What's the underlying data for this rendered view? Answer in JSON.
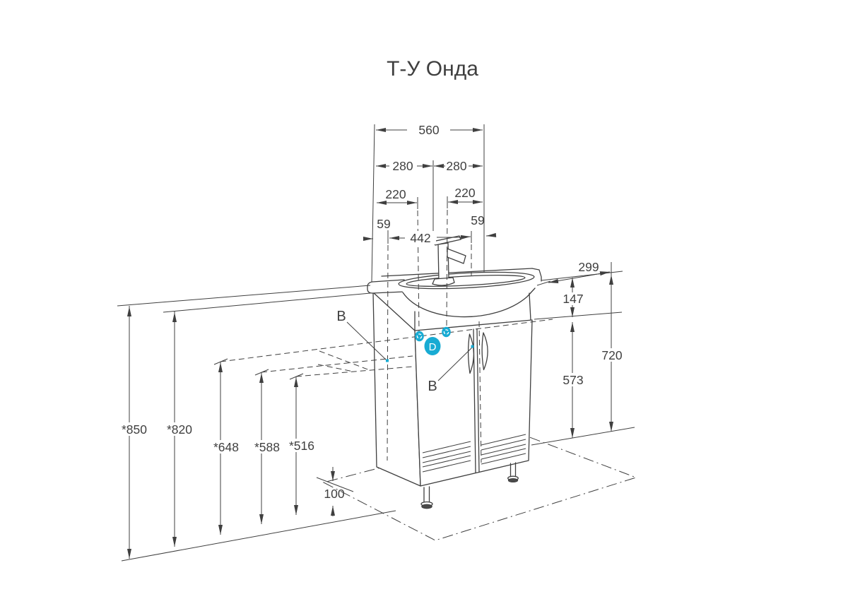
{
  "title": "Т-У Онда",
  "colors": {
    "line": "#3f3f3f",
    "accent": "#18abd3"
  },
  "dims": {
    "width_total": "560",
    "width_left": "280",
    "width_right": "280",
    "hole_left": "220",
    "hole_right": "220",
    "edge_left": "59",
    "edge_right": "59",
    "faucet_span": "442",
    "depth": "299",
    "sink_drop": "147",
    "body_height": "573",
    "cabinet_height": "720",
    "height_sink": "*850",
    "height_top": "*820",
    "height_drain": "*648",
    "height_mid": "*588",
    "height_low": "*516",
    "leg_height": "100"
  },
  "callouts": {
    "b_top": "В",
    "b_bottom": "В",
    "d": "D"
  }
}
